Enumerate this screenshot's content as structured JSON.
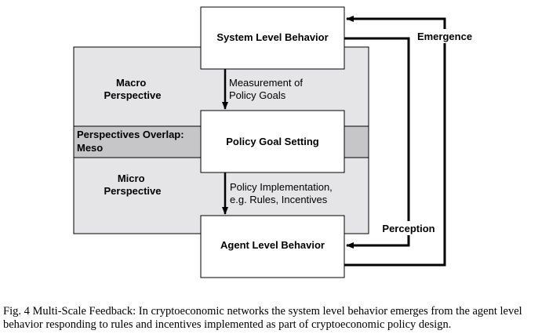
{
  "regions": {
    "macro": [
      "Macro",
      "Perspective"
    ],
    "overlap": [
      "Perspectives Overlap:",
      "Meso"
    ],
    "micro": [
      "Micro",
      "Perspective"
    ]
  },
  "boxes": {
    "system": "System Level Behavior",
    "policy": "Policy Goal Setting",
    "agent": "Agent Level Behavior"
  },
  "edges": {
    "measurement": [
      "Measurement of",
      "Policy Goals"
    ],
    "implementation": [
      "Policy Implementation,",
      "e.g. Rules, Incentives"
    ],
    "emergence": "Emergence",
    "perception": "Perception"
  },
  "caption": "Fig. 4 Multi-Scale Feedback: In cryptoeconomic networks the system level behavior emerges from the agent level behavior responding to rules and incentives implemented as part of cryptoeconomic policy design.",
  "colors": {
    "region_fill": "#e5e4e6",
    "overlap_fill": "#c6c5c7",
    "stroke": "#000000"
  }
}
